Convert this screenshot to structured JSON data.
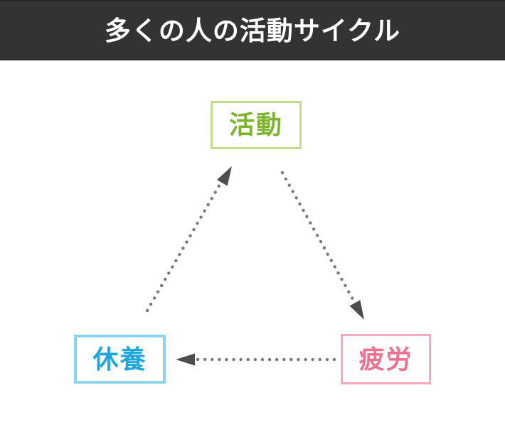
{
  "title": "多くの人の活動サイクル",
  "colors": {
    "header_bg": "#333333",
    "header_text": "#ffffff",
    "background": "#ffffff"
  },
  "diagram": {
    "type": "cycle",
    "nodes": [
      {
        "id": "activity",
        "label": "活動",
        "text_color": "#7db42d",
        "border_color": "#c4dc8f"
      },
      {
        "id": "rest",
        "label": "休養",
        "text_color": "#21a6dc",
        "border_color": "#8ed3ee"
      },
      {
        "id": "fatigue",
        "label": "疲労",
        "text_color": "#f0708f",
        "border_color": "#f2abbe"
      }
    ],
    "edges": [
      {
        "from": "activity",
        "to": "fatigue",
        "style": "dotted-arrow"
      },
      {
        "from": "fatigue",
        "to": "rest",
        "style": "dotted-arrow"
      },
      {
        "from": "rest",
        "to": "activity",
        "style": "dotted-arrow"
      }
    ],
    "arrow_dot_color": "#7a7a7a",
    "arrowhead_color": "#4d4d4d"
  }
}
